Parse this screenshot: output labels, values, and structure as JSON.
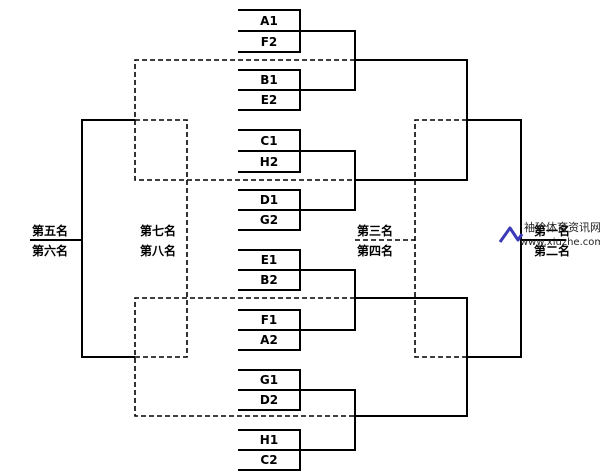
{
  "bracket": {
    "matches": [
      {
        "top": "A1",
        "bottom": "F2"
      },
      {
        "top": "B1",
        "bottom": "E2"
      },
      {
        "top": "C1",
        "bottom": "H2"
      },
      {
        "top": "D1",
        "bottom": "G2"
      },
      {
        "top": "E1",
        "bottom": "B2"
      },
      {
        "top": "F1",
        "bottom": "A2"
      },
      {
        "top": "G1",
        "bottom": "D2"
      },
      {
        "top": "H1",
        "bottom": "C2"
      }
    ],
    "places": {
      "first": "第一名",
      "second": "第二名",
      "third": "第三名",
      "fourth": "第四名",
      "fifth": "第五名",
      "sixth": "第六名",
      "seventh": "第七名",
      "eighth": "第八名"
    }
  },
  "watermark": {
    "name": "袖珍体育资讯网",
    "url": "www.xiuzhe.com"
  },
  "colors": {
    "line": "#000000",
    "logo": "#3a3ab8",
    "background": "#ffffff"
  }
}
